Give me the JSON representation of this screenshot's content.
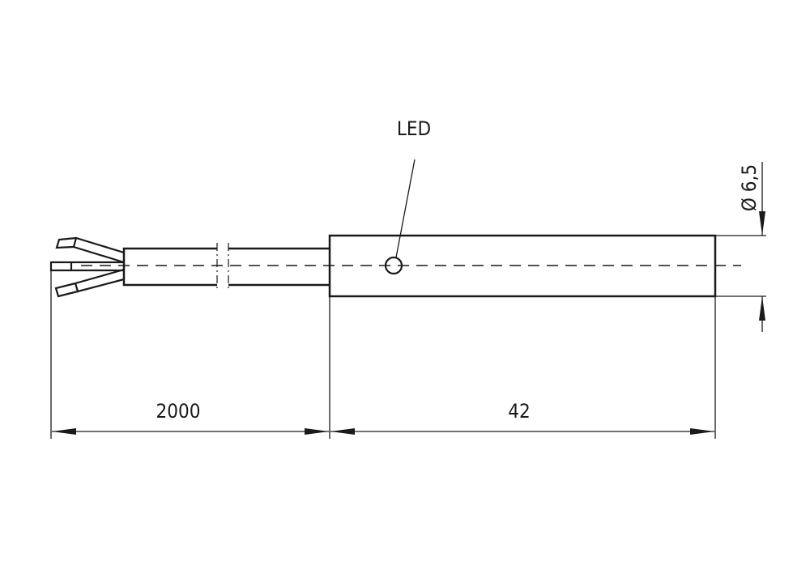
{
  "labels": {
    "led": "LED",
    "cable_length": "2000",
    "body_length": "42",
    "diameter": "Ø 6,5"
  },
  "colors": {
    "line": "#1a1a1a",
    "background": "#ffffff"
  }
}
